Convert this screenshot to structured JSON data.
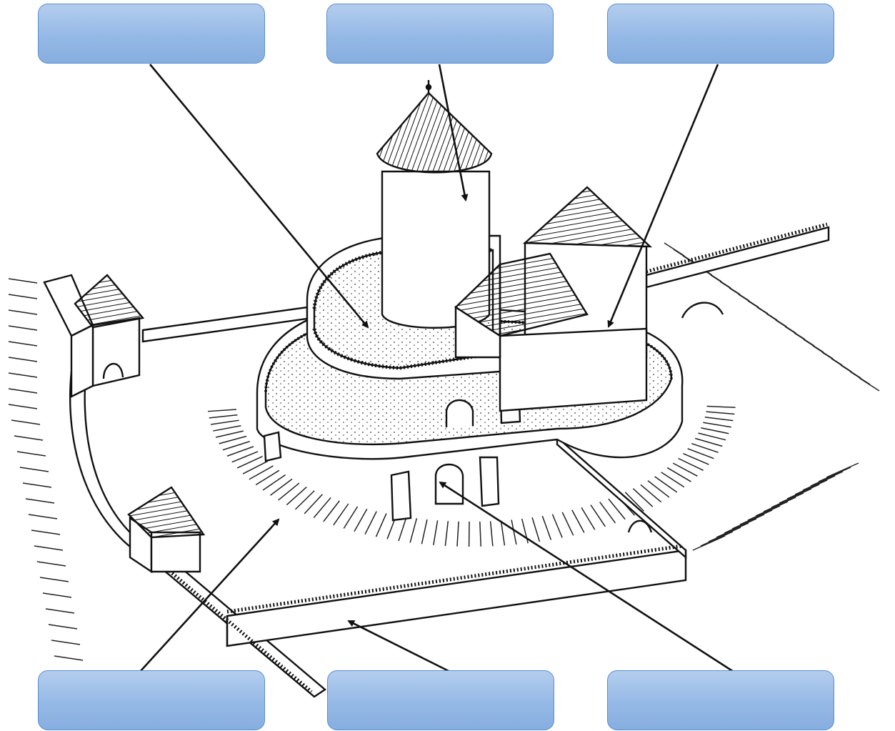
{
  "diagram": {
    "subject": "castle-illustration",
    "labels": [
      {
        "id": "top-left",
        "text": ""
      },
      {
        "id": "top-center",
        "text": ""
      },
      {
        "id": "top-right",
        "text": ""
      },
      {
        "id": "bottom-left",
        "text": ""
      },
      {
        "id": "bottom-center",
        "text": ""
      },
      {
        "id": "bottom-right",
        "text": ""
      }
    ],
    "colors": {
      "box_fill_top": "#b4cdee",
      "box_fill_bottom": "#86aee0",
      "box_border": "#5b8fd1",
      "ink": "#111111",
      "background": "#ffffff"
    }
  }
}
